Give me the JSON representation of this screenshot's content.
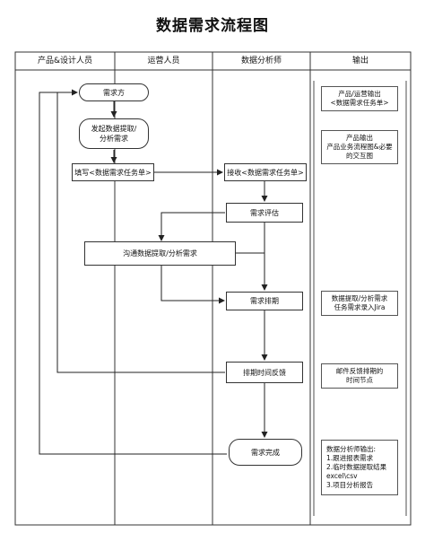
{
  "title": "数据需求流程图",
  "lanes": [
    "产品&设计人员",
    "运营人员",
    "数据分析师",
    "输出"
  ],
  "nodes": {
    "demand_side": "需求方",
    "initiate": "发起数据提取/\n分析需求",
    "fill_form": "填写<数据需求任务单>",
    "receive_form": "接收<数据需求任务单>",
    "evaluate": "需求评估",
    "communicate": "沟通数据提取/分析需求",
    "schedule": "需求排期",
    "feedback": "排期时间反馈",
    "complete": "需求完成"
  },
  "outputs": {
    "o1": "产品/运营输出\n<数据需求任务单>",
    "o2": "产品输出\n产品业务流程图&必要\n的交互图",
    "o3": "数据提取/分析需求\n任务需求录入Jira",
    "o4": "邮件反馈排期的\n时间节点",
    "o5": "数据分析师输出:\n1.跟进报表需求\n2.临时数据提取结果\nexcel\\csv\n3.项目分析报告"
  }
}
